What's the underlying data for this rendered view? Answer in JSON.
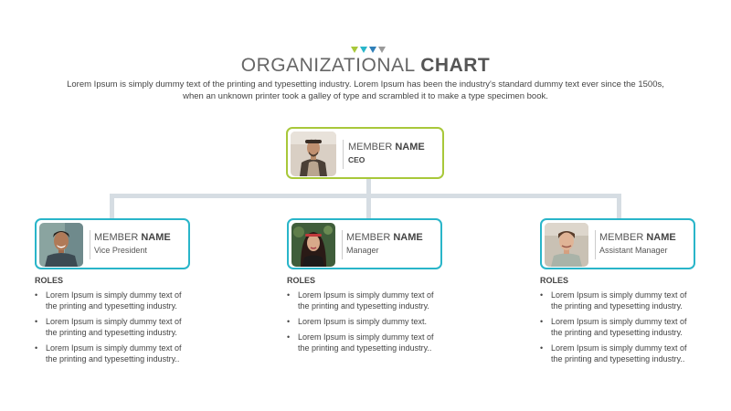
{
  "header": {
    "title_light": "ORGANIZATIONAL",
    "title_bold": "CHART",
    "subtitle_line1": "Lorem Ipsum is simply dummy text of the printing and typesetting industry. Lorem Ipsum has been the industry's standard dummy text ever since the 1500s,",
    "subtitle_line2": "when an unknown printer took a galley of type and scrambled it to make a type specimen book.",
    "decor_colors": [
      "#a8c83a",
      "#29b5c9",
      "#2f7fb8",
      "#9a9a9a"
    ]
  },
  "ceo": {
    "name_light": "MEMBER",
    "name_bold": "NAME",
    "title": "CEO",
    "photo": "man-portrait-icon"
  },
  "members": [
    {
      "name_light": "MEMBER",
      "name_bold": "NAME",
      "title": "Vice President",
      "photo": "man-portrait-icon",
      "roles_heading": "ROLES",
      "roles": [
        [
          "Lorem Ipsum is simply dummy text of",
          "the printing and typesetting industry."
        ],
        [
          "Lorem Ipsum is simply dummy text of",
          "the printing and typesetting industry."
        ],
        [
          "Lorem Ipsum is simply dummy text of",
          "the printing and typesetting industry.."
        ]
      ]
    },
    {
      "name_light": "MEMBER",
      "name_bold": "NAME",
      "title": "Manager",
      "photo": "woman-portrait-icon",
      "roles_heading": "ROLES",
      "roles": [
        [
          "Lorem Ipsum is simply dummy text of",
          "the printing and typesetting industry."
        ],
        [
          "Lorem Ipsum is simply dummy text."
        ],
        [
          "Lorem Ipsum is simply dummy text of",
          "the printing and typesetting industry.."
        ]
      ]
    },
    {
      "name_light": "MEMBER",
      "name_bold": "NAME",
      "title": "Assistant Manager",
      "photo": "man-portrait-icon",
      "roles_heading": "ROLES",
      "roles": [
        [
          "Lorem Ipsum is simply dummy text of",
          "the printing and typesetting industry."
        ],
        [
          "Lorem Ipsum is simply dummy text of",
          "the printing and typesetting industry."
        ],
        [
          "Lorem Ipsum is simply dummy text of",
          "the printing and typesetting industry.."
        ]
      ]
    }
  ]
}
